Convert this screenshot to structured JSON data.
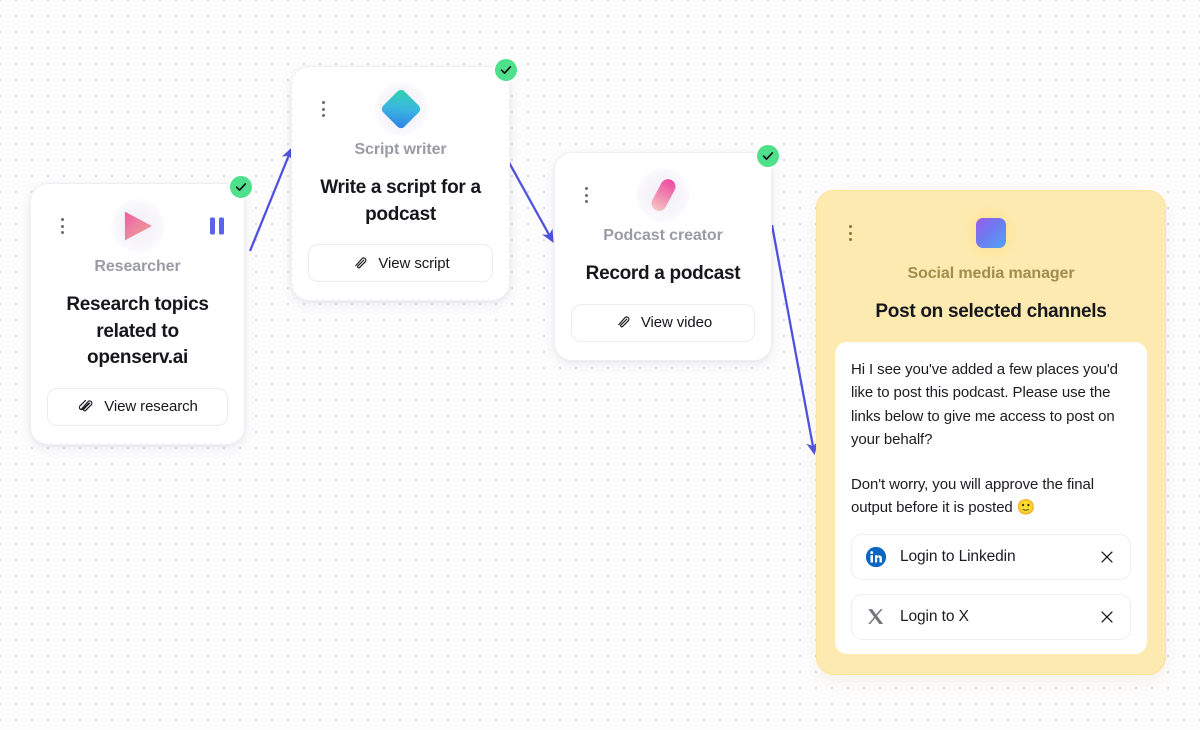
{
  "canvas": {
    "background_color": "#fdfdfe",
    "dot_grid_color": "#968caf",
    "connector_color": "#4f52e0"
  },
  "nodes": [
    {
      "id": "researcher",
      "role": "Researcher",
      "task": "Research topics related to openserv.ai",
      "action_label": "View research",
      "action_icon": "paperclip-icon",
      "avatar_icon": "play-triangle-icon",
      "status": "complete",
      "status_icon": "check-icon",
      "has_pause_control": true,
      "pause_icon": "pause-icon",
      "menu_icon": "kebab-menu-icon",
      "accent": "white"
    },
    {
      "id": "script-writer",
      "role": "Script writer",
      "task": "Write a script for a podcast",
      "action_label": "View script",
      "action_icon": "paperclip-icon",
      "avatar_icon": "diamond-icon",
      "status": "complete",
      "status_icon": "check-icon",
      "has_pause_control": false,
      "menu_icon": "kebab-menu-icon",
      "accent": "white"
    },
    {
      "id": "podcast-creator",
      "role": "Podcast creator",
      "task": "Record a podcast",
      "action_label": "View video",
      "action_icon": "paperclip-icon",
      "avatar_icon": "microphone-icon",
      "status": "complete",
      "status_icon": "check-icon",
      "has_pause_control": false,
      "menu_icon": "kebab-menu-icon",
      "accent": "white"
    },
    {
      "id": "social-manager",
      "role": "Social media manager",
      "task": "Post on selected channels",
      "avatar_icon": "rounded-square-icon",
      "status": "none",
      "has_pause_control": false,
      "menu_icon": "kebab-menu-icon",
      "accent": "yellow",
      "accent_color": "#fdeab0"
    }
  ],
  "message": {
    "paragraph_1": "Hi I see you've added a few places you'd like to post this podcast. Please use the links below to give me access to post on your behalf?",
    "paragraph_2": "Don't worry, you will approve the final output before it is posted 🙂",
    "logins": [
      {
        "label": "Login to Linkedin",
        "brand_icon": "linkedin-icon",
        "brand_color": "#0a66c2",
        "dismiss_icon": "close-icon"
      },
      {
        "label": "Login to X",
        "brand_icon": "x-twitter-icon",
        "brand_color": "#6b6b72",
        "dismiss_icon": "close-icon"
      }
    ]
  }
}
